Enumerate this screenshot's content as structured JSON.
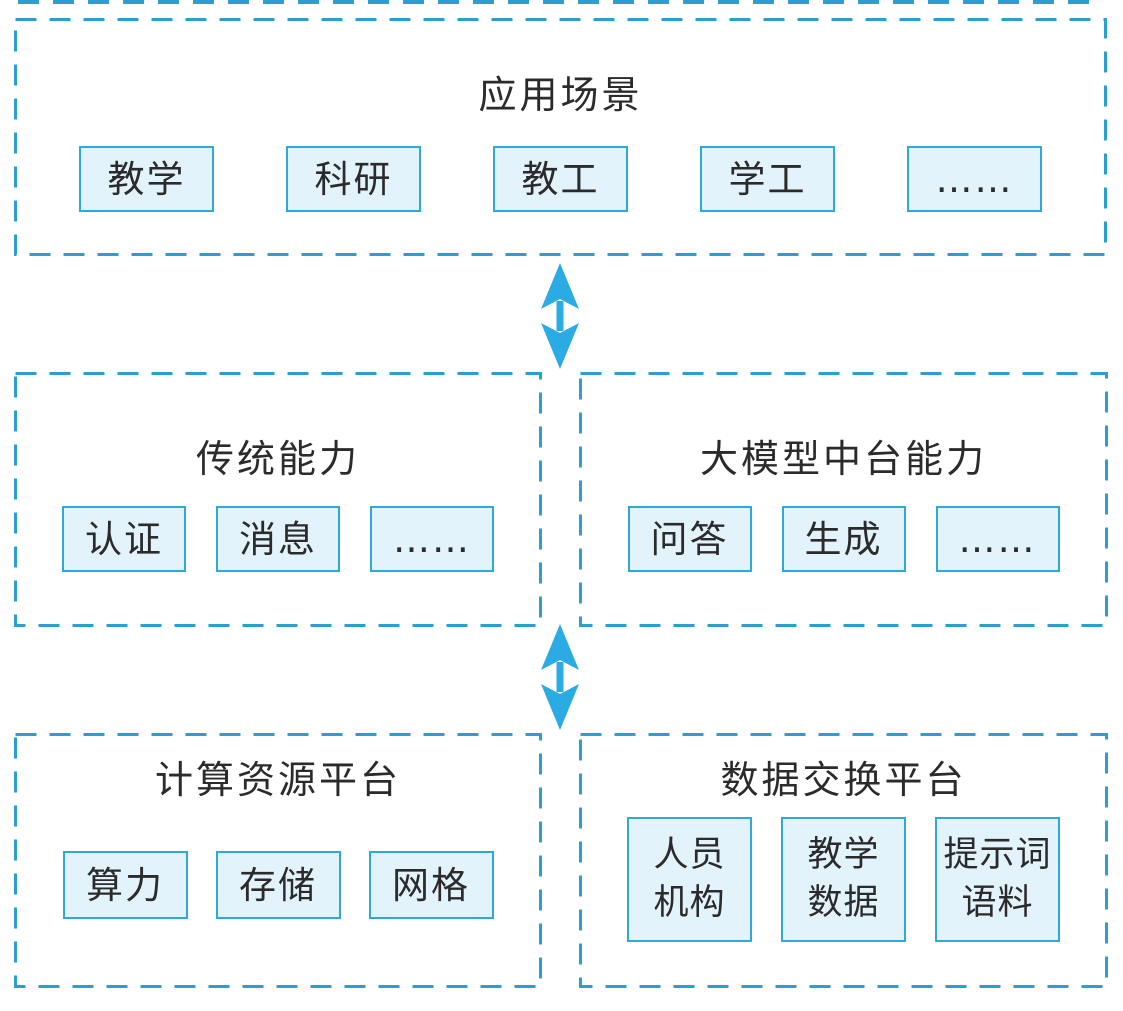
{
  "diagram": {
    "colors": {
      "border": "#2c9ed2",
      "box_border": "#2fa8dc",
      "box_fill": "#e2f3fb",
      "arrow": "#2aabe3",
      "text": "#2b2b2b"
    },
    "sections": {
      "app": {
        "title": "应用场景",
        "items": [
          "教学",
          "科研",
          "教工",
          "学工",
          "……"
        ]
      },
      "traditional": {
        "title": "传统能力",
        "items": [
          "认证",
          "消息",
          "……"
        ]
      },
      "llm": {
        "title": "大模型中台能力",
        "items": [
          "问答",
          "生成",
          "……"
        ]
      },
      "compute": {
        "title": "计算资源平台",
        "items": [
          "算力",
          "存储",
          "网格"
        ]
      },
      "data_exchange": {
        "title": "数据交换平台",
        "items": [
          "人员\n机构",
          "教学\n数据",
          "提示词\n语料"
        ]
      }
    }
  }
}
